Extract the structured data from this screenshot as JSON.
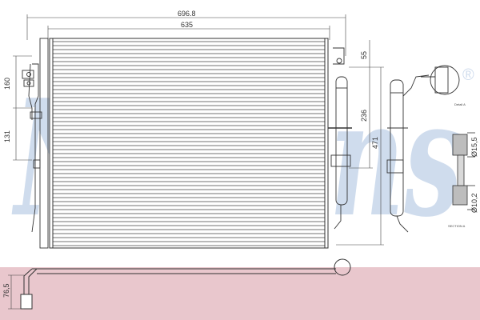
{
  "watermark": {
    "brand": "Nissens",
    "registered": "®",
    "color": "#c7d6ea"
  },
  "band_color": "#e9c7cd",
  "dimensions": {
    "overall_width": "696.8",
    "core_width": "635",
    "left_top": "160",
    "left_mid": "131",
    "top_offset": "55",
    "core_height": "471",
    "mid_height": "236",
    "bottom_height": "76,5",
    "pipe_d1": "Ø15,5",
    "pipe_d2": "Ø10,2"
  },
  "labels": {
    "detail": "Detail A",
    "section": "SECTION A"
  }
}
